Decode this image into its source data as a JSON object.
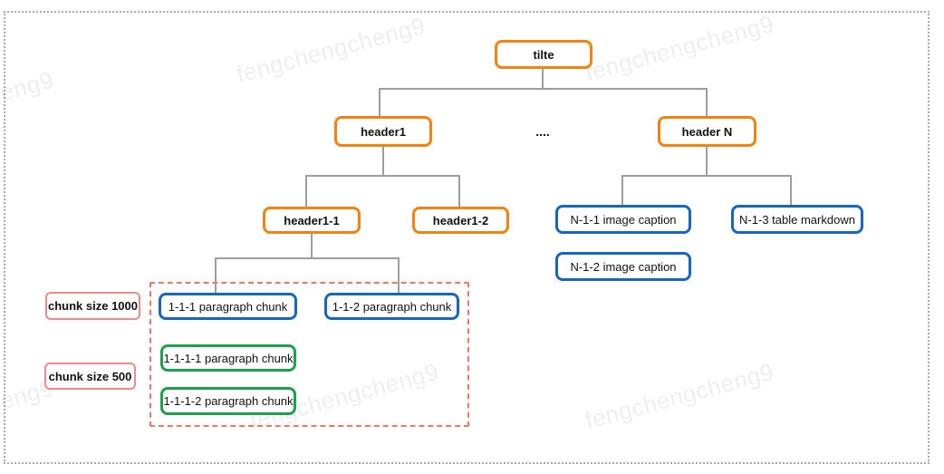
{
  "diagram": {
    "type": "tree",
    "watermark_text": "fengchengcheng9",
    "ellipsis": "....",
    "nodes": {
      "title": {
        "label": "tilte",
        "style": "orange"
      },
      "header1": {
        "label": "header1",
        "style": "orange"
      },
      "header_n": {
        "label": "header N",
        "style": "orange"
      },
      "header1_1": {
        "label": "header1-1",
        "style": "orange"
      },
      "header1_2": {
        "label": "header1-2",
        "style": "orange"
      },
      "n_1_1": {
        "label": "N-1-1 image caption",
        "style": "blue"
      },
      "n_1_3": {
        "label": "N-1-3 table markdown",
        "style": "blue"
      },
      "n_1_2": {
        "label": "N-1-2 image caption",
        "style": "blue"
      },
      "c_1_1_1": {
        "label": "1-1-1 paragraph chunk",
        "style": "blue"
      },
      "c_1_1_2": {
        "label": "1-1-2 paragraph chunk",
        "style": "blue"
      },
      "c_1_1_1_1": {
        "label": "1-1-1-1 paragraph chunk",
        "style": "green"
      },
      "c_1_1_1_2": {
        "label": "1-1-1-2 paragraph chunk",
        "style": "green"
      }
    },
    "annotations": {
      "chunk_size_1000": {
        "label": "chunk size 1000",
        "style": "pink"
      },
      "chunk_size_500": {
        "label": "chunk size 500",
        "style": "pink"
      }
    },
    "edges": [
      [
        "tilte",
        "header1"
      ],
      [
        "tilte",
        "header N"
      ],
      [
        "header1",
        "header1-1"
      ],
      [
        "header1",
        "header1-2"
      ],
      [
        "header N",
        "N-1-1 image caption"
      ],
      [
        "header N",
        "N-1-3 table markdown"
      ],
      [
        "header1-1",
        "1-1-1 paragraph chunk"
      ],
      [
        "header1-1",
        "1-1-2 paragraph chunk"
      ]
    ],
    "colors": {
      "orange_border": "#f5820d",
      "blue_border": "#1666c5",
      "green_border": "#1ca24c",
      "pink_label_border": "#f4898b",
      "dashed_region_border": "#fa7468",
      "connector": "#9e9e9e",
      "outer_dotted_border": "#ababab",
      "text": "#111111",
      "background": "#ffffff"
    }
  }
}
